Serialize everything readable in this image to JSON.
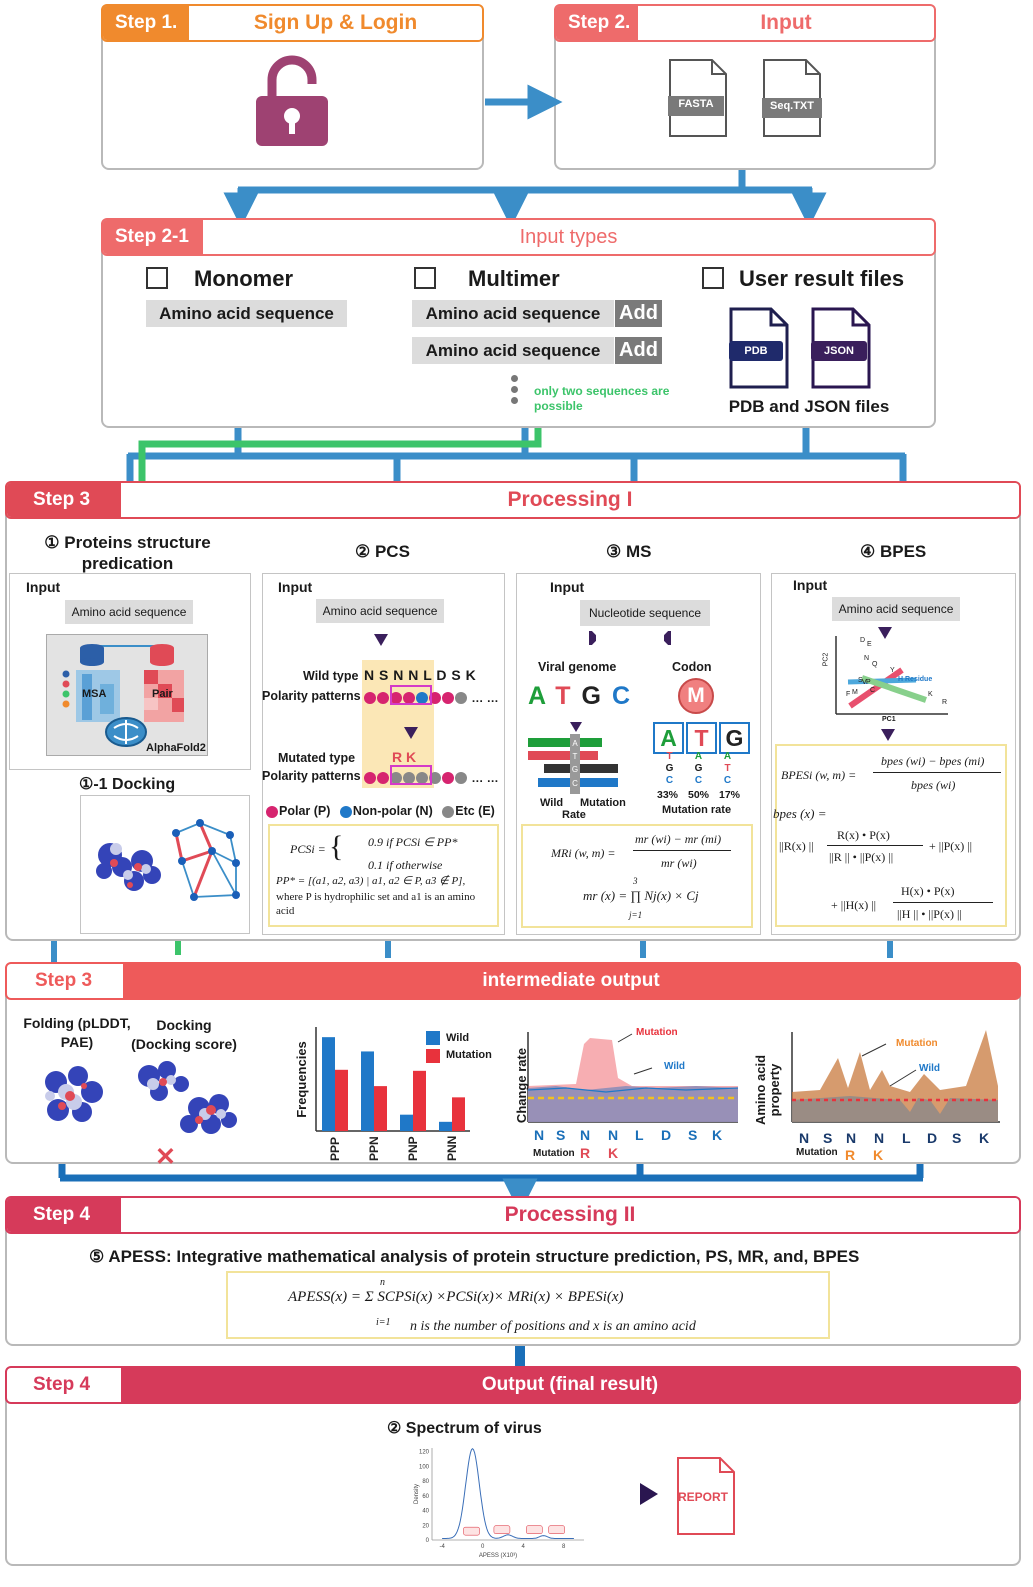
{
  "step1": {
    "label": "Step 1.",
    "title": "Sign Up & Login"
  },
  "step2": {
    "label": "Step 2.",
    "title": "Input",
    "files": [
      "FASTA",
      "Seq.TXT"
    ]
  },
  "step21": {
    "label": "Step 2-1",
    "title": "Input types",
    "monomer": "Monomer",
    "multimer": "Multimer",
    "user_files": "User result files",
    "aa_seq": "Amino acid sequence",
    "add": "Add",
    "note": "only two sequences are possible",
    "pdb": "PDB",
    "json": "JSON",
    "pdb_json_caption": "PDB and JSON files"
  },
  "step3a": {
    "label": "Step 3",
    "title": "Processing I"
  },
  "sections": {
    "s1": "① Proteins structure predication",
    "s2": "② PCS",
    "s3": "③ MS",
    "s4": "④ BPES",
    "docking": "①-1 Docking"
  },
  "p1": {
    "input": "Input",
    "aa": "Amino acid sequence",
    "msa": "MSA",
    "pair": "Pair",
    "alphafold": "AlphaFold2"
  },
  "p2": {
    "input": "Input",
    "aa": "Amino acid sequence",
    "wild_type": "Wild type",
    "wild_seq": "N S N N L D S K",
    "polarity": "Polarity patterns",
    "mutated": "Mutated type",
    "mut_seq": "R K",
    "legend_polar": "Polar (P)",
    "legend_nonpolar": "Non-polar (N)",
    "legend_etc": "Etc (E)",
    "f_lhs": "PCSi =",
    "f_c1": "0.9 if PCSi ∈ PP*",
    "f_c2": "0.1 if otherwise",
    "f_pp": "PP* = [(a1, a2, a3) | a1, a2 ∈ P, a3 ∉ P],",
    "f_note": "where P is hydrophilic set  and a1 is an amino acid"
  },
  "p3": {
    "input": "Input",
    "nucleotide": "Nucleotide sequence",
    "viral": "Viral genome",
    "codon": "Codon",
    "atgc": [
      "A",
      "T",
      "G",
      "C"
    ],
    "m": "M",
    "codon_letters": [
      "A",
      "T",
      "G"
    ],
    "codon_cols": [
      [
        "T",
        "G",
        "C"
      ],
      [
        "A",
        "G",
        "C"
      ],
      [
        "A",
        "T",
        "C"
      ]
    ],
    "pcts": [
      "33%",
      "50%",
      "17%"
    ],
    "mut_rate": "Mutation rate",
    "wild": "Wild",
    "mutation": "Mutation",
    "rate": "Rate",
    "f1_lhs": "MRi (w, m) =",
    "f1_num": "mr (wi) − mr (mi)",
    "f1_den": "mr (wi)",
    "f2": "mr (x) = ∏ Nj(x) × Cj",
    "f2_top": "3",
    "f2_bot": "j=1"
  },
  "p4": {
    "input": "Input",
    "aa": "Amino acid sequence",
    "pc1": "PC1",
    "pc2": "PC2",
    "residue": "H Residue",
    "f1_lhs": "BPESi (w, m) =",
    "f1_num": "bpes (wi) − bpes (mi)",
    "f1_den": "bpes (wi)",
    "f2_lhs": "bpes (x) =",
    "f2_a": "||R(x) ||",
    "f2_b_num": "R(x)  •  P(x)",
    "f2_b_den": "||R ||  •  ||P(x) ||",
    "f2_c": "+ ||P(x) ||",
    "f3_a": "+ ||H(x) ||",
    "f3_num": "H(x)  •  P(x)",
    "f3_den": "||H ||  •  ||P(x) ||"
  },
  "step3b": {
    "label": "Step 3",
    "title": "intermediate output"
  },
  "inter": {
    "folding": "Folding (pLDDT, PAE)",
    "docking": "Docking (Docking score)",
    "freq_ylabel": "Frequencies",
    "wild": "Wild",
    "mutation": "Mutation",
    "change_ylabel": "Change rate",
    "aa_ylabel": "Amino acid property",
    "seq": [
      "N",
      "S",
      "N",
      "N",
      "L",
      "D",
      "S",
      "K"
    ],
    "mutation_label": "Mutation",
    "mut_letters": [
      "R",
      "K"
    ]
  },
  "step4a": {
    "label": "Step 4",
    "title": "Processing II"
  },
  "apess": {
    "heading": "⑤ APESS: Integrative mathematical analysis of protein structure prediction, PS, MR, and, BPES",
    "formula": "APESS(x) = Σ SCPSi(x) ×PCSi(x)× MRi(x) × BPESi(x)",
    "sum_top": "n",
    "sum_bot": "i=1",
    "note": "n is the number of positions and x is an amino acid"
  },
  "step4b": {
    "label": "Step 4",
    "title": "Output (final result)"
  },
  "output": {
    "spectrum": "② Spectrum of virus",
    "report": "REPORT",
    "ylabel": "Density",
    "xlabel": "APESS (X10³)"
  },
  "colors": {
    "orange": "#f08a2d",
    "salmon": "#ee6b6b",
    "red": "#e04a56",
    "crimson": "#d63a5a",
    "blue": "#3b8ec8",
    "green": "#3cc46a",
    "purple": "#9e4272"
  },
  "chart_data": [
    {
      "type": "bar",
      "categories": [
        "PPP",
        "PPN",
        "PNP",
        "PNN"
      ],
      "series": [
        {
          "name": "Wild",
          "values": [
            9.2,
            7.8,
            1.6,
            0.9
          ]
        },
        {
          "name": "Mutation",
          "values": [
            6.0,
            4.4,
            5.9,
            3.3
          ]
        }
      ],
      "ylabel": "Frequencies"
    },
    {
      "type": "area",
      "categories": [
        "N",
        "S",
        "N",
        "N",
        "L",
        "D",
        "S",
        "K"
      ],
      "series": [
        {
          "name": "Mutation"
        },
        {
          "name": "Wild"
        }
      ],
      "ylabel": "Change rate"
    },
    {
      "type": "area",
      "categories": [
        "N",
        "S",
        "N",
        "N",
        "L",
        "D",
        "S",
        "K"
      ],
      "series": [
        {
          "name": "Mutation"
        },
        {
          "name": "Wild"
        }
      ],
      "ylabel": "Amino acid property"
    },
    {
      "type": "line",
      "ylabel": "Density",
      "xlabel": "APESS (X10³)",
      "yticks": [
        0,
        20,
        40,
        60,
        80,
        100,
        120
      ],
      "xticks": [
        -4,
        0,
        4,
        8
      ],
      "ylim": [
        0,
        125
      ]
    }
  ]
}
